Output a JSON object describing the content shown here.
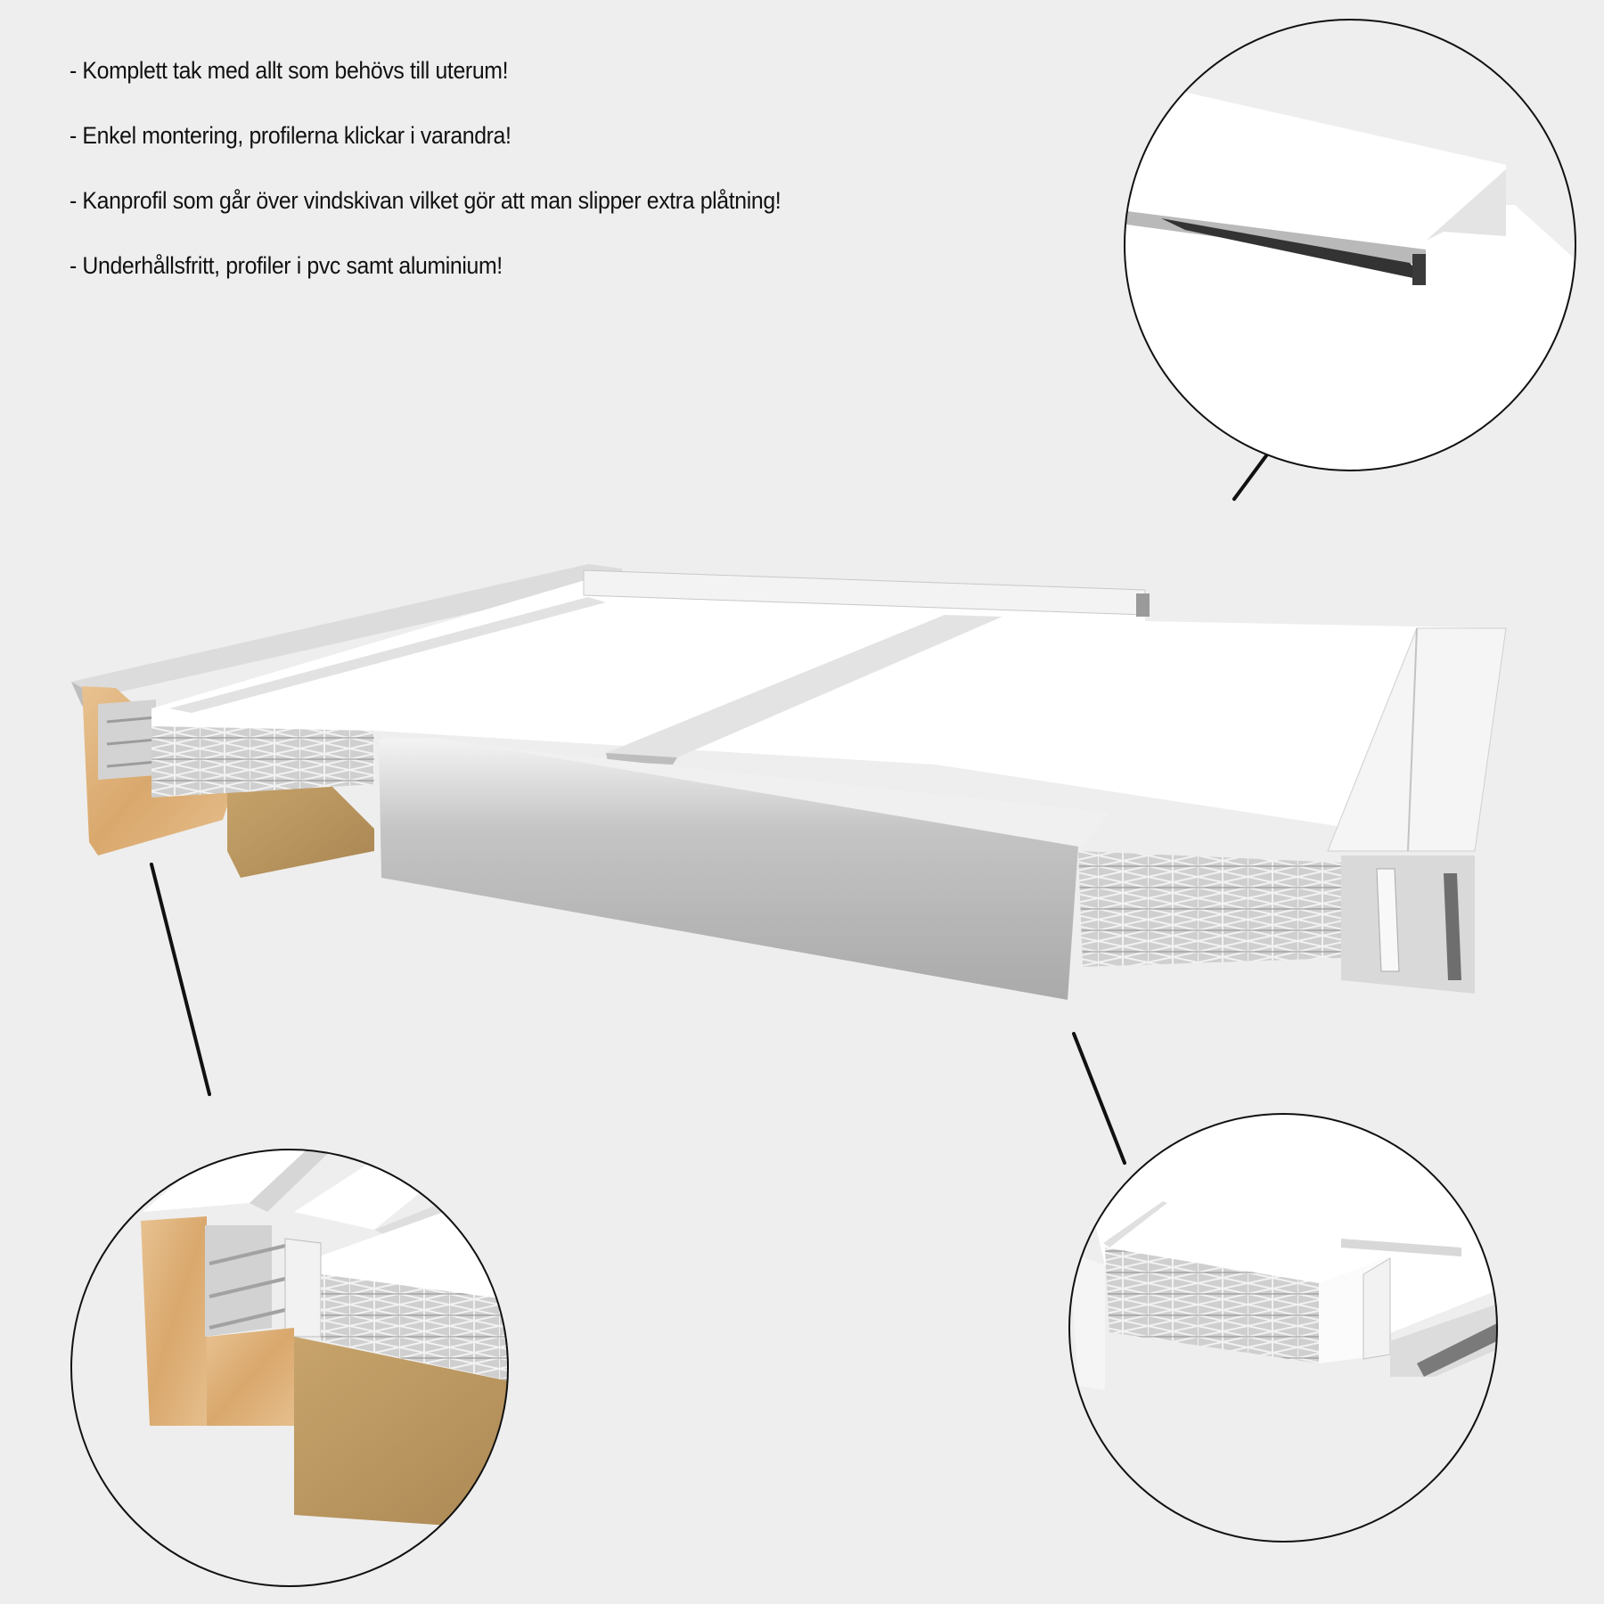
{
  "features": {
    "items": [
      "- Komplett tak med allt som behövs till uterum!",
      "- Enkel montering, profilerna klickar i varandra!",
      "- Kanprofil som går över vindskivan vilket gör att man slipper extra plåtning!",
      "- Underhållsfritt, profiler i pvc samt aluminium!"
    ]
  },
  "illustration": {
    "main": "roof-assembly-3d-render",
    "details": [
      {
        "id": "detail-top-right",
        "subject": "end-cap-profile"
      },
      {
        "id": "detail-bottom-left",
        "subject": "wall-profile-with-timber-beams"
      },
      {
        "id": "detail-bottom-right",
        "subject": "edge-profile-with-multiwall-panel"
      }
    ]
  },
  "colors": {
    "background": "#eeeeee",
    "panel": "#ffffff",
    "profile": "#d8d8d8",
    "profile_dark": "#a9a9a9",
    "wood_light": "#e2b887",
    "wood_dark": "#b48a55",
    "leader_line": "#111111"
  }
}
